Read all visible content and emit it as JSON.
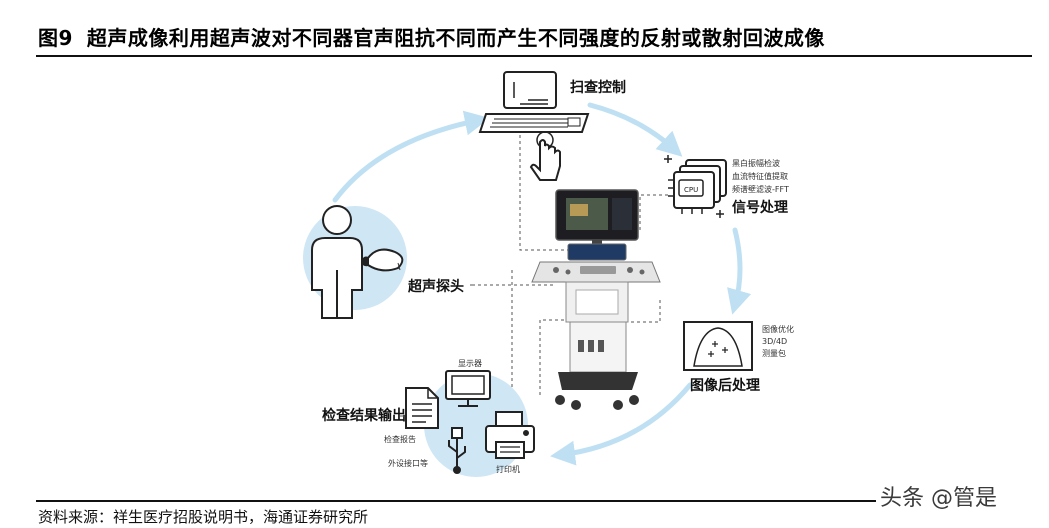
{
  "header": {
    "figure_number": "图9",
    "title": "超声成像利用超声波对不同器官声阻抗不同而产生不同强度的反射或散射回波成像"
  },
  "diagram": {
    "scan_control": {
      "label": "扫查控制"
    },
    "signal_processing": {
      "label": "信号处理",
      "details": [
        "黑白振幅检波",
        "血流特征值提取",
        "频谱壁滤波-FFT"
      ],
      "chip_text": "CPU"
    },
    "probe": {
      "label": "超声探头"
    },
    "image_post": {
      "label": "图像后处理",
      "details": [
        "图像优化",
        "3D/4D",
        "测量包"
      ]
    },
    "output": {
      "label": "检查结果输出",
      "monitor_label": "显示器",
      "report_label": "检查报告",
      "usb_label": "外设接口等",
      "printer_label": "打印机"
    },
    "colors": {
      "circle_fill": "#cfe6f5",
      "arrow": "#bfe0f3",
      "icon_stroke": "#222222"
    }
  },
  "footer": {
    "source": "资料来源：祥生医疗招股说明书，海通证券研究所",
    "watermark": "头条 @管是"
  }
}
